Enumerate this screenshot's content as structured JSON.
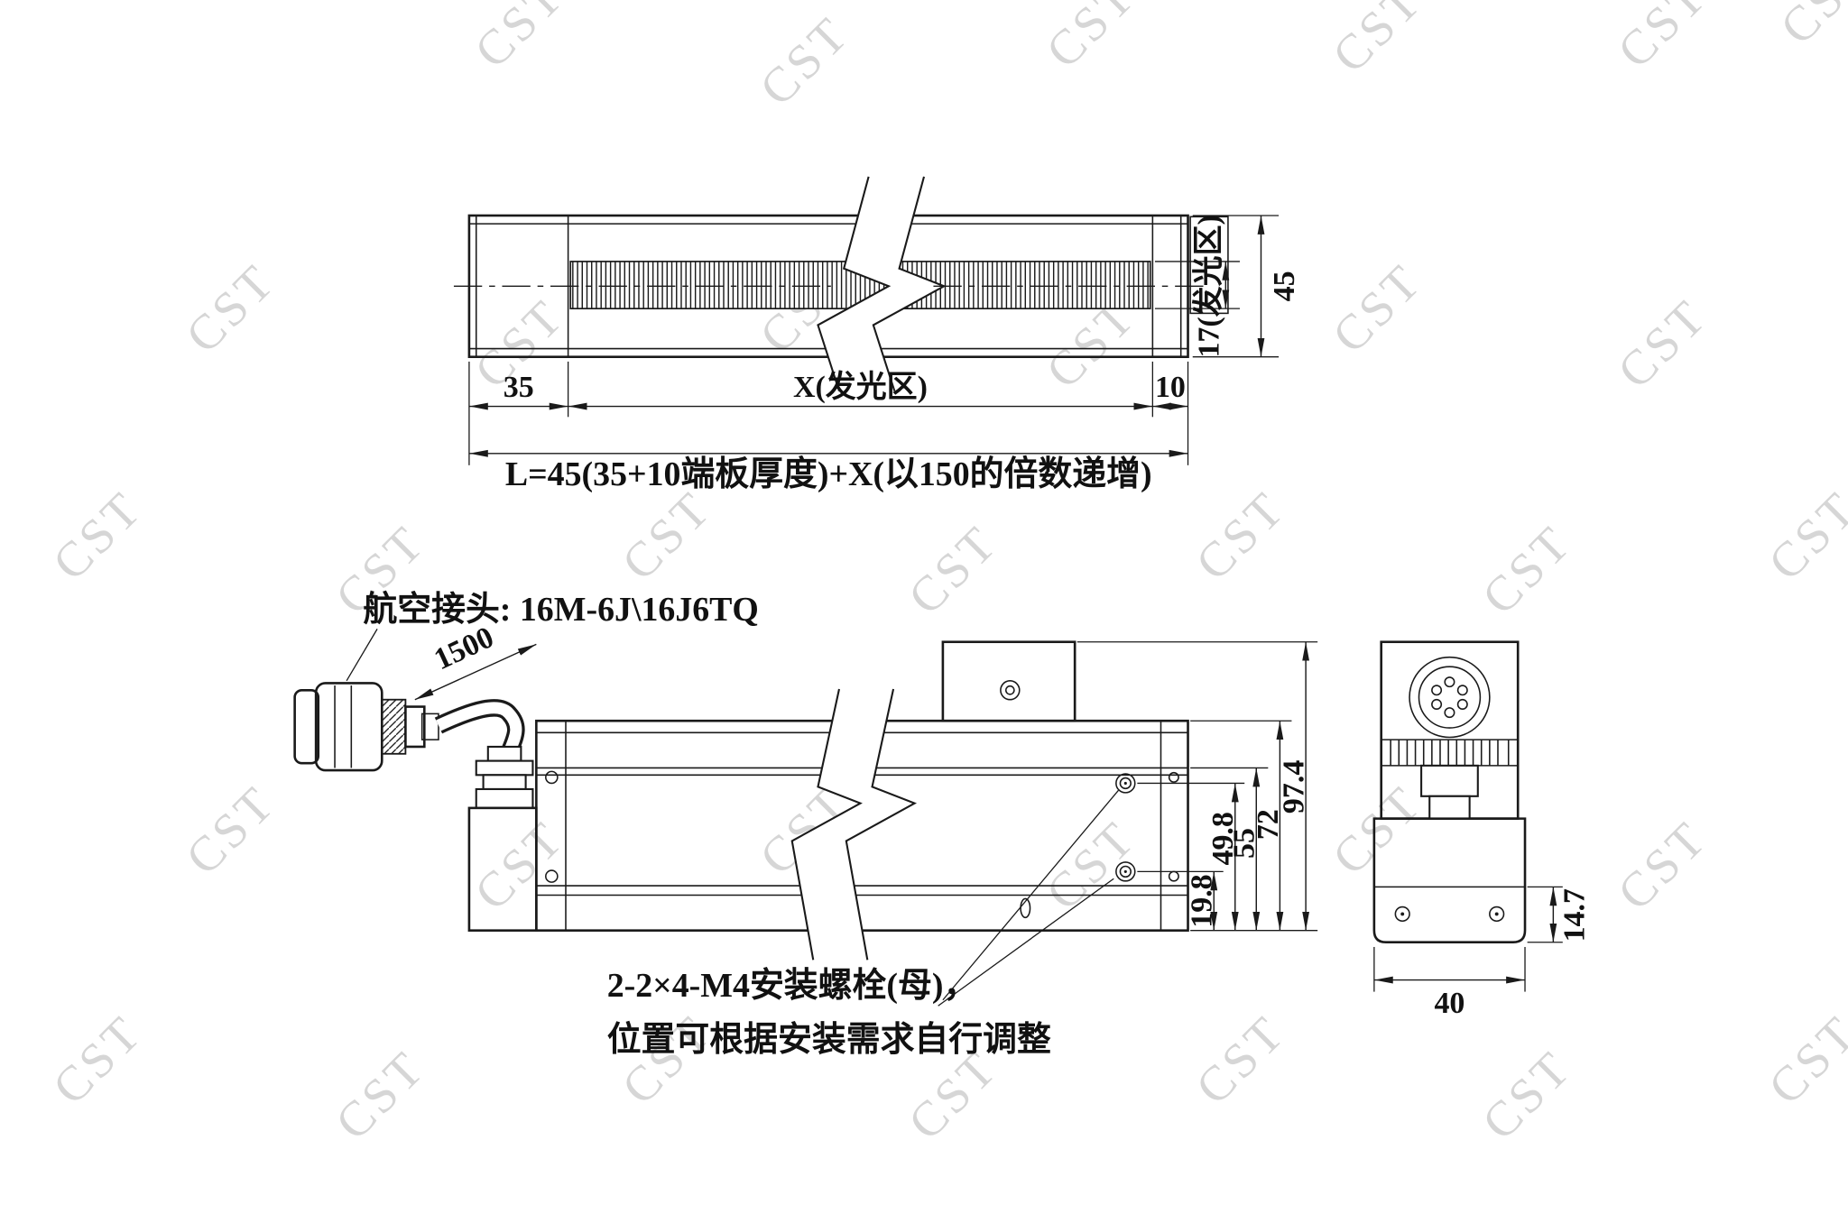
{
  "watermark": {
    "text": "CST"
  },
  "top_view": {
    "dim_left": "35",
    "dim_center": "X(发光区)",
    "dim_right": "10",
    "dim_emit_height": "17(发光区)",
    "dim_total_height": "45",
    "formula": "L=45(35+10端板厚度)+X(以150的倍数递增)"
  },
  "side_view": {
    "connector_label": "航空接头: 16M-6J\\16J6TQ",
    "cable_length": "1500",
    "dim_19_8": "19.8",
    "dim_49_8": "49.8",
    "dim_55": "55",
    "dim_72": "72",
    "dim_97_4": "97.4",
    "note_line1": "2-2×4-M4安装螺栓(母)，",
    "note_line2": "位置可根据安装需求自行调整"
  },
  "end_view": {
    "dim_14_7": "14.7",
    "dim_40": "40"
  }
}
